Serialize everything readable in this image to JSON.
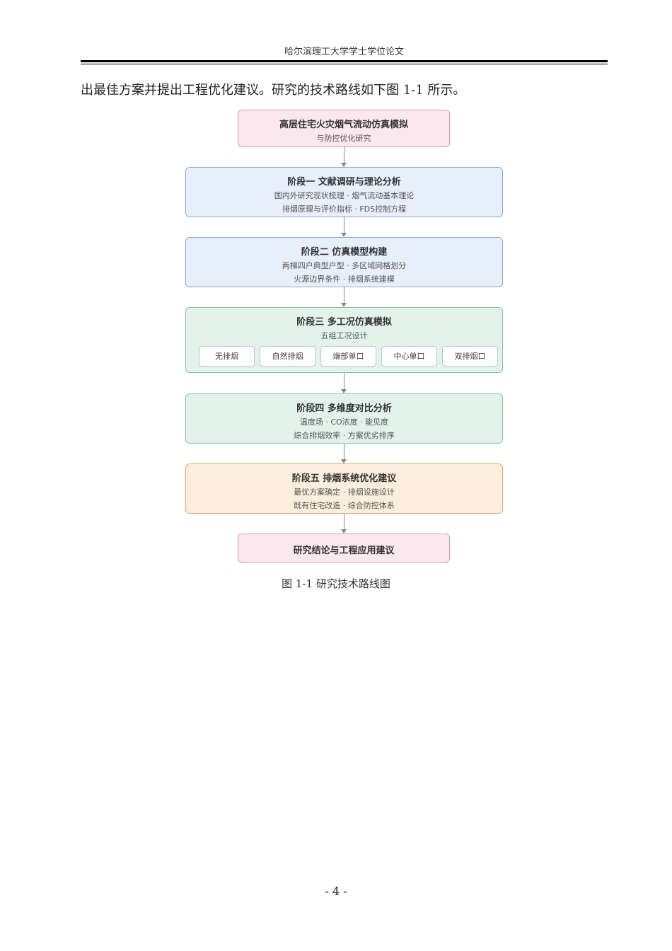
{
  "header": {
    "title": "哈尔滨理工大学学士学位论文"
  },
  "paragraph": {
    "text": "出最佳方案并提出工程优化建议。研究的技术路线如下图 1-1 所示。"
  },
  "flowchart": {
    "top": {
      "title": "高层住宅火灾烟气流动仿真模拟",
      "subtitle": "与防控优化研究"
    },
    "stage1": {
      "title": "阶段一 文献调研与理论分析",
      "line1": "国内外研究现状梳理 · 烟气流动基本理论",
      "line2": "排烟原理与评价指标 · FDS控制方程"
    },
    "stage2": {
      "title": "阶段二 仿真模型构建",
      "line1": "两梯四户典型户型 · 多区域网格划分",
      "line2": "火源边界条件 · 排烟系统建模"
    },
    "stage3": {
      "title": "阶段三 多工况仿真模拟",
      "subtitle": "五组工况设计",
      "cases": [
        "无排烟",
        "自然排烟",
        "端部单口",
        "中心单口",
        "双排烟口"
      ]
    },
    "stage4": {
      "title": "阶段四 多维度对比分析",
      "line1": "温度场 · CO浓度 · 能见度",
      "line2": "综合排烟效率 · 方案优劣排序"
    },
    "stage5": {
      "title": "阶段五 排烟系统优化建议",
      "line1": "最优方案确定 · 排烟设施设计",
      "line2": "既有住宅改造 · 综合防控体系"
    },
    "bottom": {
      "title": "研究结论与工程应用建议"
    }
  },
  "caption": "图 1-1  研究技术路线图",
  "page_number": "- 4 -",
  "colors": {
    "pink": "#fbe8ef",
    "blue": "#e7effb",
    "green": "#e3f3ec",
    "orange": "#fbeedd"
  }
}
